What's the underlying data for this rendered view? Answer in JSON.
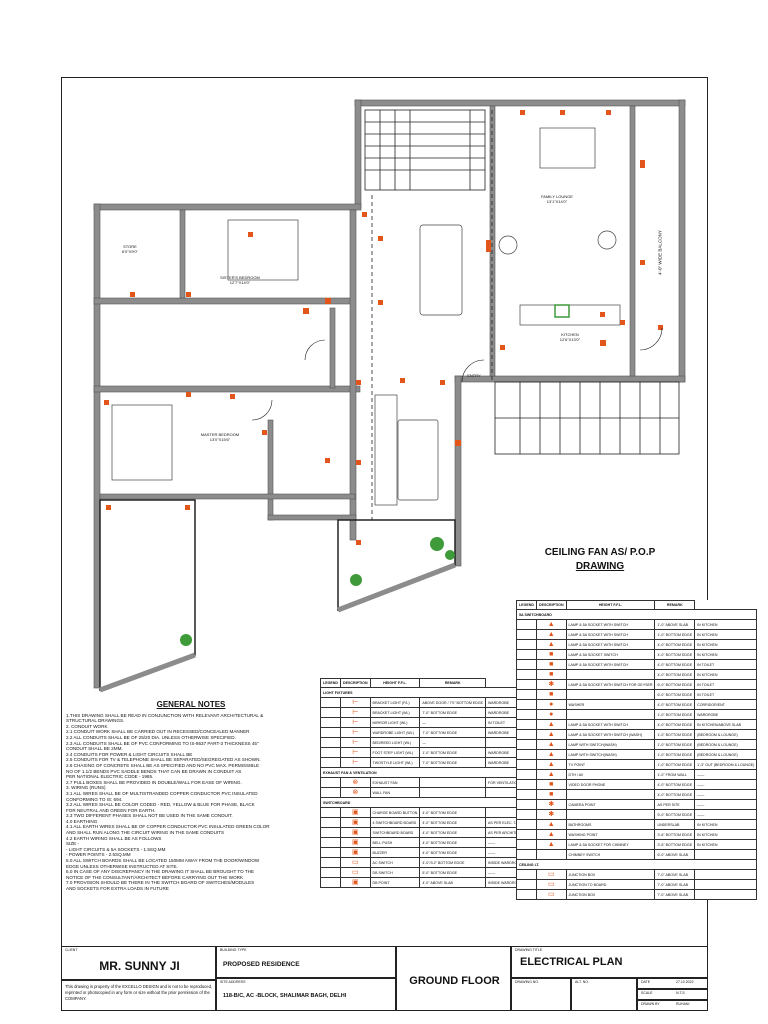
{
  "drawing": {
    "room_labels": [
      {
        "name": "FAMILY LOUNGE",
        "size": "13'1\"X14'0\""
      },
      {
        "name": "STORE",
        "size": "6'0\"X9'0\""
      },
      {
        "name": "SISTER'S BEDROOM",
        "size": "12'7\"X14'0\""
      },
      {
        "name": "MASTER BEDROOM",
        "size": "13'0\"X15'6\""
      },
      {
        "name": "KITCHEN",
        "size": "12'6\"X13'0\""
      },
      {
        "name": "ENTRY",
        "size": ""
      }
    ],
    "vertical_label": "4'-0\" WIDE BALCONY",
    "ceiling_title": [
      "CEILING FAN AS/ P.O.P",
      "DRAWING"
    ]
  },
  "notes": {
    "heading": "GENERAL NOTES",
    "lines": [
      "1.THIS DRAWING SHALL BE READ IN CONJUNCTION WITH RELEVANT ARCHITECTURAL &",
      "   STRUCTURAL DRAWINGS.",
      "2. CONDUIT WORK",
      "2.1 CONDUIT WORK SHALL BE CARRIED OUT IN RECESSED/CONCEALED MANNER",
      "2.2 ALL CONDUITS SHALL BE OF 25/20 DIA. UNLESS OTHERWISE SPECIFIED.",
      "2.3 ALL CONDUITS SHALL BE OF PVC CONFORMING TO        IS-9537 PART-3 THICKNESS 45\"",
      "     CONDUIT SHALL BE 2MM.",
      "2.4 CONDUITS FOR POWER & LIGHT CIRCUITS SHALL BE",
      "2.5 CONDUITS FOR TV & TELEPHONE SHALL BE SEPARATED/SEGREGATED AS SHOWN.",
      "2.6 CHASING OF CONCRETE SHALL BE AS SPECIFIED AND NO PVC MAX. PERMISSIBLE",
      "     NO OF 1.1/2 BENDS PVC SADDLE BENDS THAT CAN BE DRAWN IN CONDUIT AS",
      "     PER NATIONAL ELECTRIC CODE - 1985.",
      "2.7 PULL BOXES SHALL BE PROVIDED IN DOUBLE/WALL FOR EASE OF WIRING.",
      "3. WIRING (RUNS)",
      "3.1 ALL WIRES SHALL BE OF MULTISTRANDED COPPER CONDUCTOR PVC INSULATED",
      "     CONFORMING TO IS: 694.",
      "3.2 ALL WIRES SHALL BE COLOR CODED - RED, YELLOW & BLUE FOR PHASE, BLACK",
      "     FOR NEUTRAL AND GREEN FOR EARTH.",
      "3.3 TWO DIFFERENT PHASES SHALL NOT BE USED IN THE SAME CONDUIT.",
      "4.0 EARTHING",
      "4.1 ALL EARTH WIRES SHALL BE OF COPPER CONDUCTOR PVC INSULATED GREEN COLOR",
      "     AND SHALL RUN ALONG THE CIRCUIT WIRING IN THE SAME CONDUITS",
      "4.2 EARTH WIRING SHALL BE AS FOLLOWS",
      "       SIZE -",
      "   - LIGHT CIRCUITS & 5A SOCKETS - 1.5SQ.MM",
      "   - POWER POINTS - 2.5SQ.MM",
      "5.0 ALL SWITCH BOARDS SHALL BE LOCATED 150MM AWAY FROM THE DOOR/WINDOW",
      "     EDGE UNLESS OTHERWISE INSTRUCTED AT SITE.",
      "6.0 IN CASE OF ANY DISCREPANCY IN THE DRAWING IT SHALL BE BROUGHT TO THE",
      "     NOTICE OF THE CONSULTANT/ARCHITECT BEFORE CARRYING OUT THE WORK",
      "7.0 PROVISION SHOULD BE THERE IN THE SWITCH BOARD OF SWITCHES/MODULES",
      "     AND SOCKETS FOR EXTRA LOADS IN FUTURE"
    ]
  },
  "legend_left": {
    "headers": [
      "LEGEND",
      "DESCRIPTION",
      "HEIGHT F.F.L.",
      "REMARK"
    ],
    "sections": [
      {
        "title": "LIGHT FIXTURES",
        "rows": [
          {
            "sym": "⊢",
            "desc": "BRACKET LIGHT (F/L)",
            "height": "ABOVE DOOR / 7'0\" BOTTOM EDGE",
            "remark": "WARDROBE"
          },
          {
            "sym": "⊢",
            "desc": "BRACKET LIGHT (WL)",
            "height": "7'-0\" BOTTOM EDGE",
            "remark": "WARDROBE"
          },
          {
            "sym": "⊢",
            "desc": "MIRROR LIGHT (WL)",
            "height": "—",
            "remark": "IN TOILET"
          },
          {
            "sym": "⊢",
            "desc": "WARDROBE LIGHT (WL)",
            "height": "7'-0\" BOTTOM EDGE",
            "remark": "WARDROBE"
          },
          {
            "sym": "⊢",
            "desc": "BED/REED LIGHT (WL)",
            "height": "—",
            "remark": ""
          },
          {
            "sym": "⊢",
            "desc": "FOOT STEP LIGHT (WL)",
            "height": "1'-0\" BOTTOM EDGE",
            "remark": "WARDROBE"
          },
          {
            "sym": "⊢",
            "desc": "TWOSTYLE LIGHT (WL)",
            "height": "7'-0\" BOTTOM EDGE",
            "remark": "WARDROBE"
          }
        ]
      },
      {
        "title": "EXHAUST FAN & VENTILATION",
        "rows": [
          {
            "sym": "⊗",
            "desc": "EXHAUST FAN",
            "height": "",
            "remark": "FOR VENTILATION"
          },
          {
            "sym": "⊗",
            "desc": "WALL FAN",
            "height": "",
            "remark": ""
          }
        ]
      },
      {
        "title": "SWITCHBOARD",
        "rows": [
          {
            "sym": "▣",
            "desc": "CHARGE BOARD BUTTON",
            "height": "4'-0\" BOTTOM EDGE",
            "remark": ""
          },
          {
            "sym": "▣",
            "desc": "4 SWITCHBOARD BOARD",
            "height": "4'-0\" BOTTOM EDGE",
            "remark": "AS PER ELEC. TABLE"
          },
          {
            "sym": "▣",
            "desc": "SWITCHBOARD BOARD",
            "height": "4'-0\" BOTTOM EDGE",
            "remark": "AS PER ARCHITECT BOARD"
          },
          {
            "sym": "▣",
            "desc": "BELL PUSH",
            "height": "4'-0\" BOTTOM EDGE",
            "remark": "——"
          },
          {
            "sym": "▣",
            "desc": "BUZZER",
            "height": "4'-0\" BOTTOM EDGE",
            "remark": "——"
          },
          {
            "sym": "▭",
            "desc": "AC SWITCH",
            "height": "4'-0\"/3.2\" BOTTOM EDGE",
            "remark": "INSIDE WARDROBE/KITCHEN"
          },
          {
            "sym": "▭",
            "desc": "DB SWITCH",
            "height": "5'-0\" BOTTOM EDGE",
            "remark": "——"
          },
          {
            "sym": "▣",
            "desc": "DB POINT",
            "height": "4'-0\" ABOVE SLAB",
            "remark": "INSIDE WARDROBE"
          }
        ]
      }
    ]
  },
  "legend_right": {
    "headers": [
      "LEGEND",
      "DESCRIPTION",
      "HEIGHT F.F.L.",
      "REMARK"
    ],
    "sections": [
      {
        "title": "5A SWITCHBOARD",
        "rows": [
          {
            "sym": "▲",
            "desc": "LAMP & 5A SOCKET WITH SWITCH",
            "height": "1'-0\" ABOVE SLAB",
            "remark": "IN KITCHEN"
          },
          {
            "sym": "▲",
            "desc": "LAMP & 5A SOCKET WITH SWITCH",
            "height": "1'-0\" BOTTOM EDGE",
            "remark": "IN KITCHEN"
          },
          {
            "sym": "▲",
            "desc": "LAMP & 5A SOCKET WITH SWITCH",
            "height": "4'-0\" BOTTOM EDGE",
            "remark": "IN KITCHEN"
          },
          {
            "sym": "■",
            "desc": "LAMP & 5A SOCKET SWITCH",
            "height": "4'-0\" BOTTOM EDGE",
            "remark": "IN KITCHEN"
          },
          {
            "sym": "■",
            "desc": "LAMP & 5A SOCKET WITH SWITCH",
            "height": "4'-0\" BOTTOM EDGE",
            "remark": "IN TOILET"
          },
          {
            "sym": "■",
            "desc": "",
            "height": "4'-0\" BOTTOM EDGE",
            "remark": "IN KITCHEN"
          },
          {
            "sym": "✱",
            "desc": "LAMP & 5A SOCKET WITH SWITCH FOR GEYSER",
            "height": "6'-0\" BOTTOM EDGE",
            "remark": "IN TOILET"
          },
          {
            "sym": "■",
            "desc": "",
            "height": "6'-0\" BOTTOM EDGE",
            "remark": "IN TOILET"
          },
          {
            "sym": "●",
            "desc": "WASHER",
            "height": "4'-0\" BOTTOM EDGE",
            "remark": "CORRIDOR/ENT."
          },
          {
            "sym": "●",
            "desc": "",
            "height": "1'-0\" BOTTOM EDGE",
            "remark": "WARDROBE"
          },
          {
            "sym": "▲",
            "desc": "LAMP & 5A SOCKET WITH SWITCH",
            "height": "4'-0\" BOTTOM EDGE",
            "remark": "IN KITCHEN/ABOVE SLAB"
          },
          {
            "sym": "▲",
            "desc": "LAMP & 5A SOCKET WITH SWITCH (WASH)",
            "height": "1'-0\" BOTTOM EDGE",
            "remark": "(BEDROOM & LOUNGE)"
          },
          {
            "sym": "▲",
            "desc": "LAMP WITH SWITCH(WASH)",
            "height": "1'-0\" BOTTOM EDGE",
            "remark": "(BEDROOM & LOUNGE)"
          },
          {
            "sym": "▲",
            "desc": "LAMP WITH SWITCH(WASH)",
            "height": "1'-0\" BOTTOM EDGE",
            "remark": "(BEDROOM & LOUNGE)"
          },
          {
            "sym": "▲",
            "desc": "TV POINT",
            "height": "1'-0\" BOTTOM EDGE",
            "remark": "1'-3\" OUT (BEDROOM & LOUNGE)"
          },
          {
            "sym": "▲",
            "desc": "DTH / AV",
            "height": "1'-0\" FROM WALL",
            "remark": "——"
          },
          {
            "sym": "■",
            "desc": "VIDEO DOOR PHONE",
            "height": "4'-0\" BOTTOM EDGE",
            "remark": "——"
          },
          {
            "sym": "■",
            "desc": "",
            "height": "4'-0\" BOTTOM EDGE",
            "remark": "——"
          },
          {
            "sym": "✱",
            "desc": "CAMERA POINT",
            "height": "AS PER SITE",
            "remark": "——"
          },
          {
            "sym": "✱",
            "desc": "",
            "height": "5'-0\" BOTTOM EDGE",
            "remark": "——"
          },
          {
            "sym": "▲",
            "desc": "BATHROOMS",
            "height": "UNDERSLAB",
            "remark": "IN KITCHEN"
          },
          {
            "sym": "▲",
            "desc": "WASHING POINT",
            "height": "3'-6\" BOTTOM EDGE",
            "remark": "IN KITCHEN"
          },
          {
            "sym": "▲",
            "desc": "LAMP & 5A SOCKET FOR CHIMNEY",
            "height": "3'-6\" BOTTOM EDGE",
            "remark": "IN KITCHEN"
          },
          {
            "sym": "",
            "desc": "CHIMNEY SWITCH",
            "height": "6'-0\" ABOVE SLAB",
            "remark": ""
          }
        ]
      },
      {
        "title": "CEILING LT.",
        "rows": [
          {
            "sym": "▭",
            "desc": "JUNCTION BOX",
            "height": "7'-0\" ABOVE SLAB",
            "remark": ""
          },
          {
            "sym": "▭",
            "desc": "JUNCTION TO BOARD",
            "height": "7'-0\" ABOVE SLAB",
            "remark": ""
          },
          {
            "sym": "▭",
            "desc": "JUNCTION BOX",
            "height": "7'-0\" ABOVE SLAB",
            "remark": ""
          }
        ]
      }
    ]
  },
  "title_block": {
    "client_label": "CLIENT",
    "client": "MR. SUNNY JI",
    "building_type_label": "BUILDING TYPE",
    "building_type": "PROPOSED RESIDENCE",
    "address_label": "SITE ADDRESS",
    "address": "118-B/C, AC -BLOCK, SHALIMAR BAGH, DELHI",
    "floor": "GROUND FLOOR",
    "drawing_title_label": "DRAWING TITLE",
    "drawing_title": "ELECTRICAL PLAN",
    "drawing_no_label": "DRAWING NO.",
    "alt_no_label": "ALT. NO.",
    "date_label": "DATE",
    "date": "27.10.2022",
    "scale_label": "SCALE",
    "scale": "N.T.S.",
    "drawn_by_label": "DRAWN BY",
    "drawn_by": "RUHANI",
    "disclaimer": "This drawing is property of the EXCELLO DESIGN and is not to be reproduced, reprinted or photocopied in any form or size without the prior permission of the COMPANY."
  },
  "colors": {
    "accent": "#e2551b",
    "wall": "#8c8c8c",
    "line": "#222222",
    "plant": "#3f9a3a"
  }
}
